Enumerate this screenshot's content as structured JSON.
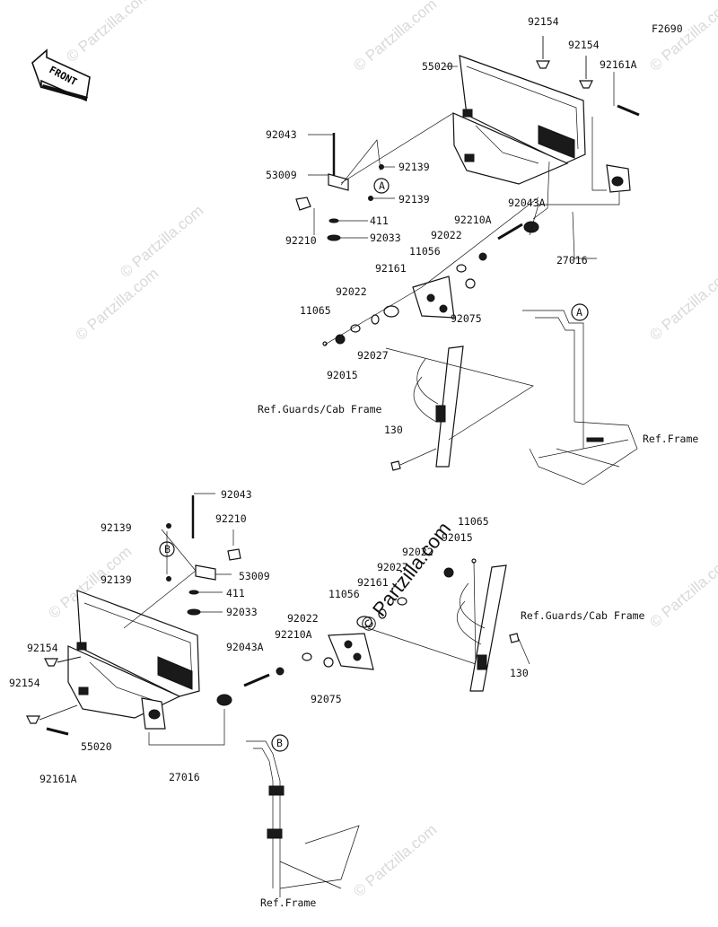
{
  "figure_id": "F2690",
  "front_label": "FRONT",
  "watermark": {
    "text": "© Partzilla.com"
  },
  "markers": {
    "a": "A",
    "b": "B"
  },
  "upper_labels": [
    "92154",
    "92154",
    "55020",
    "92161A",
    "92043",
    "53009",
    "92139",
    "92139",
    "411",
    "92210",
    "92033",
    "92043A",
    "92210A",
    "92022",
    "11056",
    "27016",
    "92161",
    "92022",
    "92075",
    "11065",
    "92027",
    "92015",
    "Ref.Guards/Cab Frame",
    "130",
    "Ref.Frame"
  ],
  "lower_labels": [
    "92043",
    "92139",
    "92210",
    "92139",
    "53009",
    "411",
    "92033",
    "11065",
    "92015",
    "92022",
    "92027",
    "92161",
    "11056",
    "Ref.Guards/Cab Frame",
    "92022",
    "92210A",
    "92043A",
    "92154",
    "92154",
    "92075",
    "130",
    "55020",
    "27016",
    "92161A",
    "Ref.Frame"
  ]
}
